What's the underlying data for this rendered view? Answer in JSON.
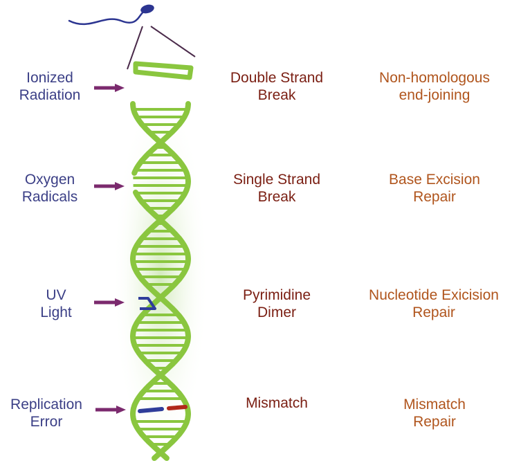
{
  "colors": {
    "cause_text": "#3b3f86",
    "damage_text": "#7a1e12",
    "repair_text": "#b0551d",
    "arrow": "#7b2a6e",
    "dna_strand": "#8ac63f",
    "dna_glow": "#d6ecc2",
    "uv_dimer": "#2f3d9a",
    "mismatch_left": "#2f3d9a",
    "mismatch_right": "#b0281b",
    "sperm": "#2c3591"
  },
  "rows": [
    {
      "cause": [
        "Ionized",
        "Radiation"
      ],
      "damage": [
        "Double Strand",
        "Break"
      ],
      "repair": [
        "Non-homologous",
        "end-joining"
      ]
    },
    {
      "cause": [
        "Oxygen",
        "Radicals"
      ],
      "damage": [
        "Single Strand",
        "Break"
      ],
      "repair": [
        "Base Excision",
        "Repair"
      ]
    },
    {
      "cause": [
        "UV",
        "Light"
      ],
      "damage": [
        "Pyrimidine",
        "Dimer"
      ],
      "repair": [
        "Nucleotide Exicision",
        "Repair"
      ]
    },
    {
      "cause": [
        "Replication",
        "Error"
      ],
      "damage": [
        "Mismatch"
      ],
      "repair": [
        "Mismatch",
        "Repair"
      ]
    }
  ]
}
